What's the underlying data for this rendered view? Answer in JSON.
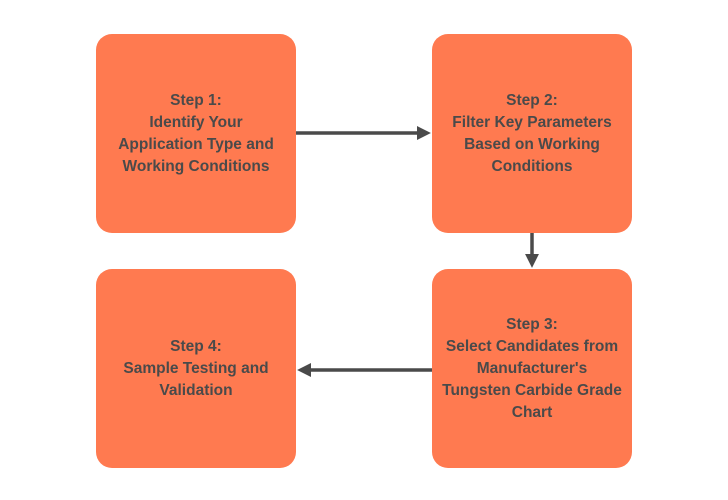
{
  "colors": {
    "box_fill": "#FF7A50",
    "text": "#4a4a4a",
    "arrow": "#4a4a4a",
    "background": "#ffffff"
  },
  "steps": [
    {
      "lines": [
        "Step 1:",
        "Identify Your",
        "Application Type and",
        "Working Conditions"
      ]
    },
    {
      "lines": [
        "Step 2:",
        "Filter Key Parameters",
        "Based on Working",
        "Conditions"
      ]
    },
    {
      "lines": [
        "Step 3:",
        "Select Candidates from",
        "Manufacturer's",
        "Tungsten Carbide Grade",
        "Chart"
      ]
    },
    {
      "lines": [
        "Step 4:",
        "Sample Testing and",
        "Validation"
      ]
    }
  ]
}
